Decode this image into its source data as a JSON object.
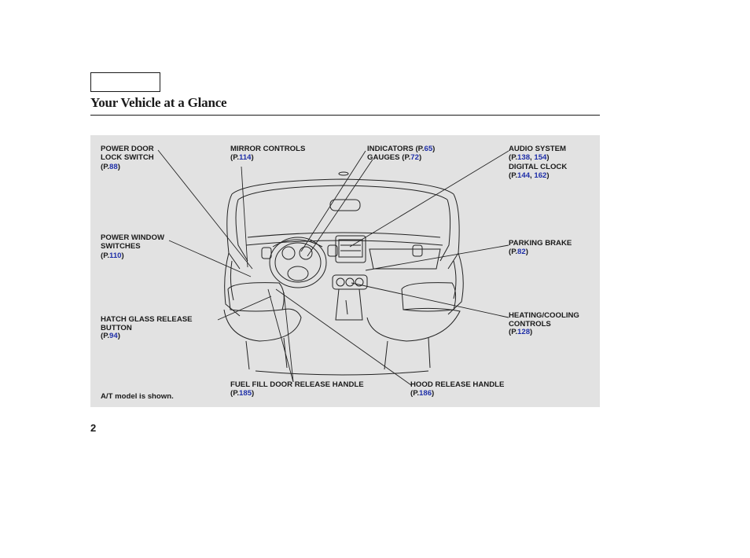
{
  "page": {
    "title": "Your Vehicle at a Glance",
    "number": "2",
    "note": "A/T model is shown."
  },
  "callouts": {
    "power_door_lock": {
      "line1": "POWER DOOR",
      "line2": "LOCK SWITCH",
      "ref_open": "(P.",
      "ref_page": "88",
      "ref_close": ")"
    },
    "mirror_controls": {
      "label": "MIRROR CONTROLS",
      "ref_open": "(P.",
      "ref_page": "114",
      "ref_close": ")"
    },
    "indicators": {
      "label": "INDICATORS",
      "ref_open": " (P.",
      "ref_page": "65",
      "ref_close": ")"
    },
    "gauges": {
      "label": "GAUGES",
      "ref_open": " (P.",
      "ref_page": "72",
      "ref_close": ")"
    },
    "audio_system": {
      "label": "AUDIO SYSTEM",
      "ref_open": "(P.",
      "ref_page": "138",
      "ref_sep": ", ",
      "ref_page2": "154",
      "ref_close": ")"
    },
    "digital_clock": {
      "label": "DIGITAL CLOCK",
      "ref_open": "(P.",
      "ref_page": "144",
      "ref_sep": ", ",
      "ref_page2": "162",
      "ref_close": ")"
    },
    "power_window": {
      "line1": "POWER WINDOW",
      "line2": "SWITCHES",
      "ref_open": "(P.",
      "ref_page": "110",
      "ref_close": ")"
    },
    "parking_brake": {
      "label": "PARKING BRAKE",
      "ref_open": "(P.",
      "ref_page": "82",
      "ref_close": ")"
    },
    "hatch_glass": {
      "line1": "HATCH GLASS RELEASE",
      "line2": "BUTTON",
      "ref_open": "(P.",
      "ref_page": "94",
      "ref_close": ")"
    },
    "heating_cooling": {
      "line1": "HEATING/COOLING",
      "line2": "CONTROLS",
      "ref_open": "(P.",
      "ref_page": "128",
      "ref_close": ")"
    },
    "fuel_fill": {
      "label": "FUEL FILL DOOR RELEASE HANDLE",
      "ref_open": "(P.",
      "ref_page": "185",
      "ref_close": ")"
    },
    "hood_release": {
      "label": "HOOD RELEASE HANDLE",
      "ref_open": "(P.",
      "ref_page": "186",
      "ref_close": ")"
    }
  },
  "colors": {
    "link": "#1f2fa8",
    "panel": "#e2e2e2",
    "ink": "#1a1a1a"
  }
}
